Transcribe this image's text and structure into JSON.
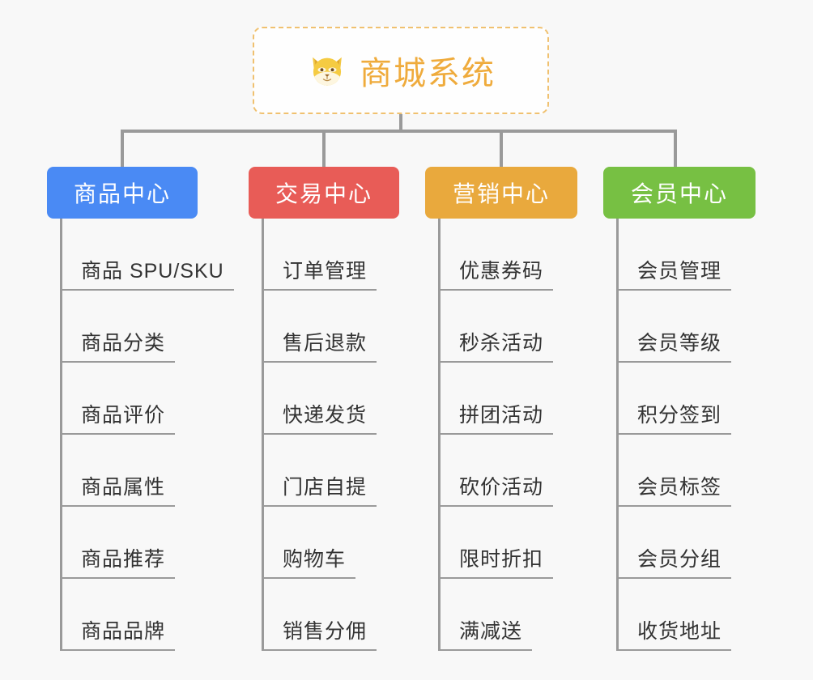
{
  "canvas": {
    "background": "#f8f8f8",
    "line_color": "#9a9a9a"
  },
  "root": {
    "title": "商城系统",
    "emoji_name": "shiba-inu-face",
    "text_color": "#efab3c",
    "border_color": "#f0c170",
    "background": "#fefefe"
  },
  "branches": [
    {
      "title": "商品中心",
      "color": "#4a8af4",
      "items": [
        "商品 SPU/SKU",
        "商品分类",
        "商品评价",
        "商品属性",
        "商品推荐",
        "商品品牌"
      ]
    },
    {
      "title": "交易中心",
      "color": "#e85c57",
      "items": [
        "订单管理",
        "售后退款",
        "快递发货",
        "门店自提",
        "购物车",
        "销售分佣"
      ]
    },
    {
      "title": "营销中心",
      "color": "#e9a93d",
      "items": [
        "优惠券码",
        "秒杀活动",
        "拼团活动",
        "砍价活动",
        "限时折扣",
        "满减送"
      ]
    },
    {
      "title": "会员中心",
      "color": "#77c043",
      "items": [
        "会员管理",
        "会员等级",
        "积分签到",
        "会员标签",
        "会员分组",
        "收货地址"
      ]
    }
  ]
}
